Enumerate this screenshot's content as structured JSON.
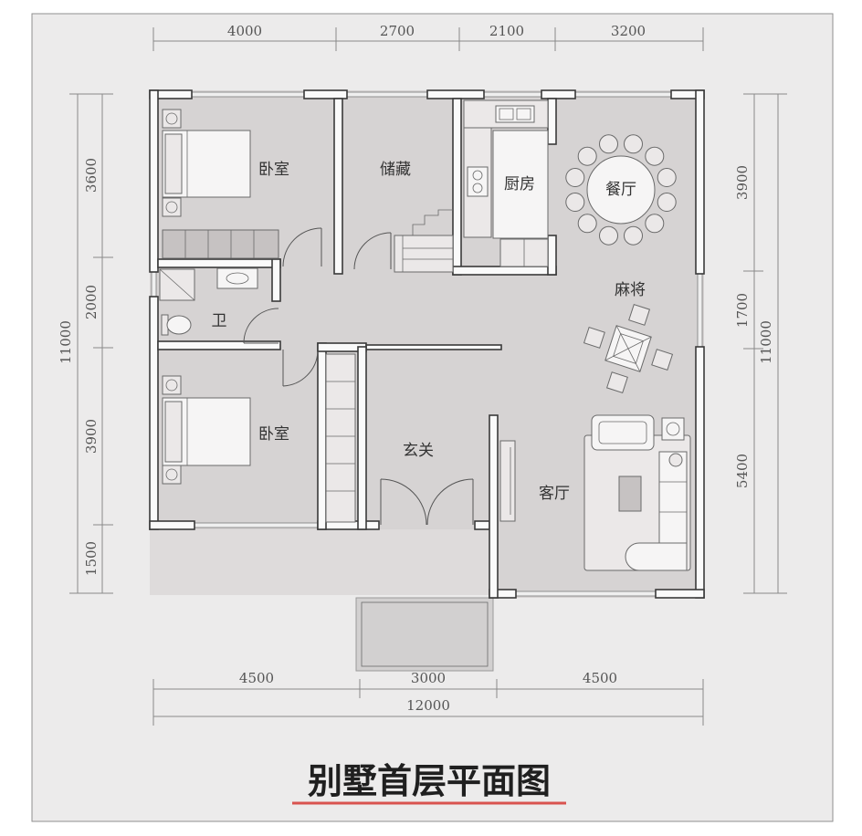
{
  "title": "别墅首层平面图",
  "dimensions": {
    "top": [
      "4000",
      "2700",
      "2100",
      "3200"
    ],
    "bottom": [
      "4500",
      "3000",
      "4500"
    ],
    "bottom_total": "12000",
    "left": [
      "3600",
      "2000",
      "3900",
      "1500"
    ],
    "left_total": "11000",
    "right": [
      "3900",
      "1700",
      "5400"
    ],
    "right_total": "11000"
  },
  "rooms": {
    "bedroom_north": "卧室",
    "storage": "储藏",
    "kitchen": "厨房",
    "dining": "餐厅",
    "mahjong": "麻将",
    "bathroom": "卫",
    "bedroom_south": "卧室",
    "foyer": "玄关",
    "living": "客厅"
  },
  "colors": {
    "title_underline": "#d9534f",
    "interior": "#d6d3d3",
    "wall_outline": "#3a3a3a"
  }
}
